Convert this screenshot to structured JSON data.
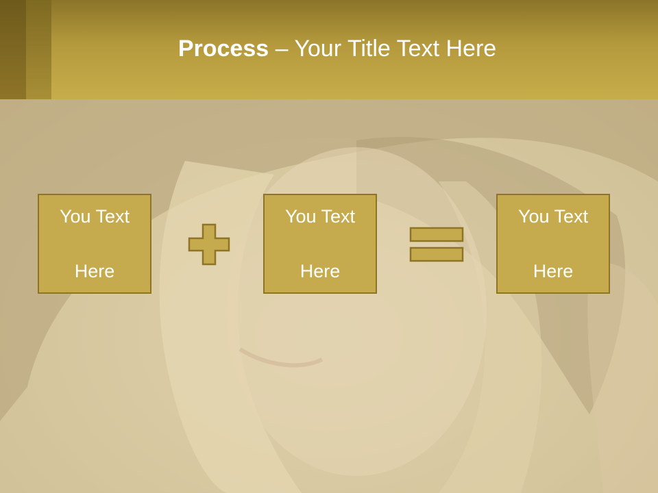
{
  "slide": {
    "title_bold": "Process",
    "title_rest": " – Your Title Text Here"
  },
  "process": {
    "boxes": [
      {
        "line1": "You Text",
        "line2": "Here"
      },
      {
        "line1": "You Text",
        "line2": "Here"
      },
      {
        "line1": "You Text",
        "line2": "Here"
      }
    ],
    "operators": [
      "plus-icon",
      "equals-icon"
    ]
  },
  "colors": {
    "header": "#c7ad4a",
    "box_fill": "#c6ab4e",
    "box_border": "#8d7427",
    "text": "#ffffff"
  }
}
